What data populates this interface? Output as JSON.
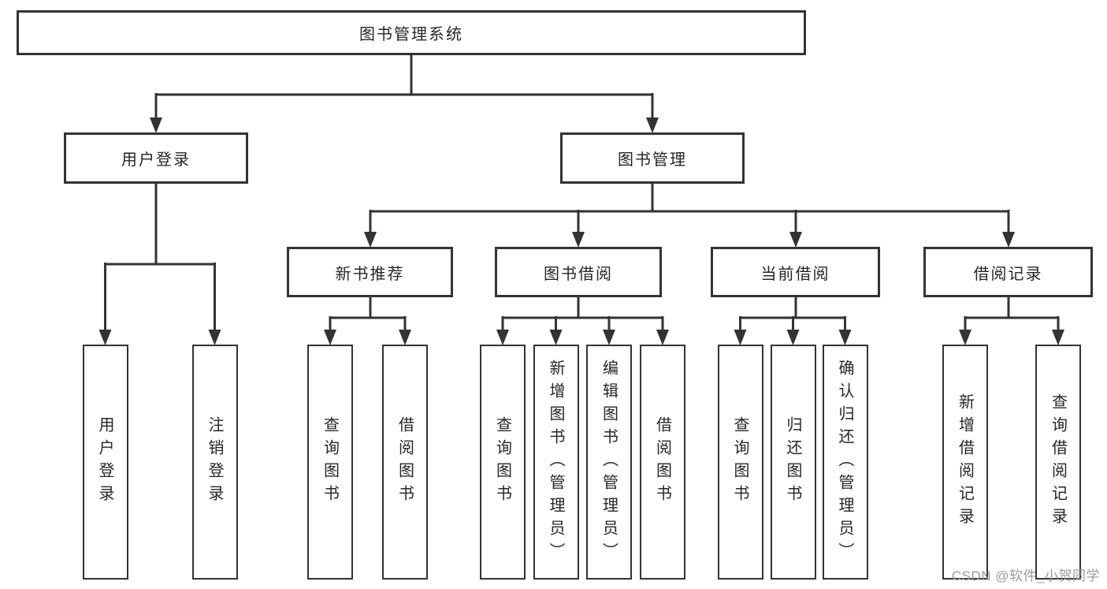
{
  "tree": {
    "root": {
      "label": "图书管理系统",
      "children": [
        {
          "label": "用户登录",
          "children": [
            {
              "label": "用户登录"
            },
            {
              "label": "注销登录"
            }
          ]
        },
        {
          "label": "图书管理",
          "children": [
            {
              "label": "新书推荐",
              "children": [
                {
                  "label": "查询图书"
                },
                {
                  "label": "借阅图书"
                }
              ]
            },
            {
              "label": "图书借阅",
              "children": [
                {
                  "label": "查询图书"
                },
                {
                  "label": "新增图书（管理员）"
                },
                {
                  "label": "编辑图书（管理员）"
                },
                {
                  "label": "借阅图书"
                }
              ]
            },
            {
              "label": "当前借阅",
              "children": [
                {
                  "label": "查询图书"
                },
                {
                  "label": "归还图书"
                },
                {
                  "label": "确认归还（管理员）"
                }
              ]
            },
            {
              "label": "借阅记录",
              "children": [
                {
                  "label": "新增借阅记录"
                },
                {
                  "label": "查询借阅记录"
                }
              ]
            }
          ]
        }
      ]
    }
  },
  "watermark": {
    "text": "CSDN @软件_小贺同学"
  },
  "colors": {
    "line": "#333333",
    "box_border": "#333333",
    "text": "#262626",
    "watermark": "#9b9b9b",
    "background": "#ffffff"
  }
}
